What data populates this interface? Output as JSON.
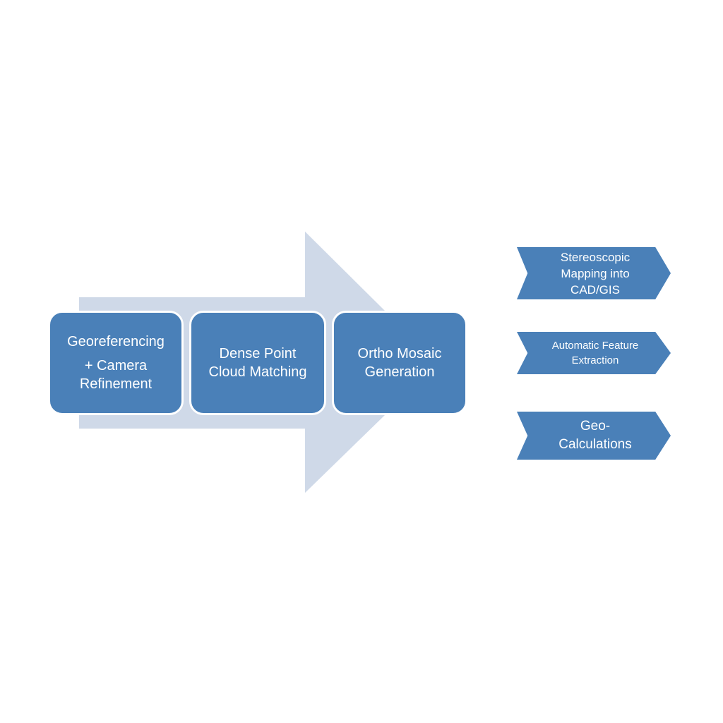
{
  "colors": {
    "box_fill": "#4a80b8",
    "box_text": "#ffffff",
    "arrow_fill": "#cfd9e8",
    "background": "#ffffff"
  },
  "process_steps": [
    {
      "lines": [
        "Georeferencing",
        "+ Camera",
        "Refinement"
      ]
    },
    {
      "lines": [
        "Dense Point",
        "Cloud Matching"
      ]
    },
    {
      "lines": [
        "Ortho Mosaic",
        "Generation"
      ]
    }
  ],
  "outputs": [
    {
      "lines": [
        "Stereoscopic",
        "Mapping into",
        "CAD/GIS"
      ]
    },
    {
      "lines": [
        "Automatic Feature",
        "Extraction"
      ]
    },
    {
      "lines": [
        "Geo-",
        "Calculations"
      ]
    }
  ]
}
